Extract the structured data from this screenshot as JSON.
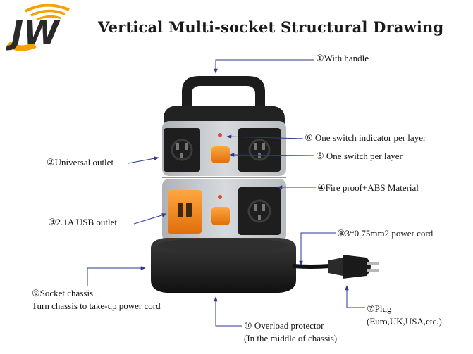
{
  "title": "Vertical Multi-socket Structural Drawing",
  "logo": {
    "text": "JW",
    "colors": {
      "arc": "#f3a200",
      "letter": "#2a2a2a"
    }
  },
  "labels": [
    {
      "id": "1",
      "marker": "①",
      "text": "With handle"
    },
    {
      "id": "2",
      "marker": "②",
      "text": "Universal outlet"
    },
    {
      "id": "3",
      "marker": "③",
      "text": "2.1A USB outlet"
    },
    {
      "id": "4",
      "marker": "④",
      "text": "Fire proof+ABS Material"
    },
    {
      "id": "5",
      "marker": "⑤",
      "text": "One switch per layer"
    },
    {
      "id": "6",
      "marker": "⑥",
      "text": "One switch indicator per layer"
    },
    {
      "id": "7",
      "marker": "⑦",
      "text": "Plug",
      "line2": "(Euro,UK,USA,etc.)"
    },
    {
      "id": "8",
      "marker": "⑧",
      "text": "3*0.75mm2 power cord"
    },
    {
      "id": "9",
      "marker": "⑨",
      "text": "Socket chassis",
      "line2": "Turn chassis to take-up power cord"
    },
    {
      "id": "10",
      "marker": "⑩",
      "text": "Overload protector",
      "line2": "(In the middle of chassis)"
    }
  ],
  "colors": {
    "body_gray": "#c9cccf",
    "dark": "#1f1f1f",
    "accent_orange": "#f28a1a",
    "leader_line": "#2b3a8a"
  }
}
